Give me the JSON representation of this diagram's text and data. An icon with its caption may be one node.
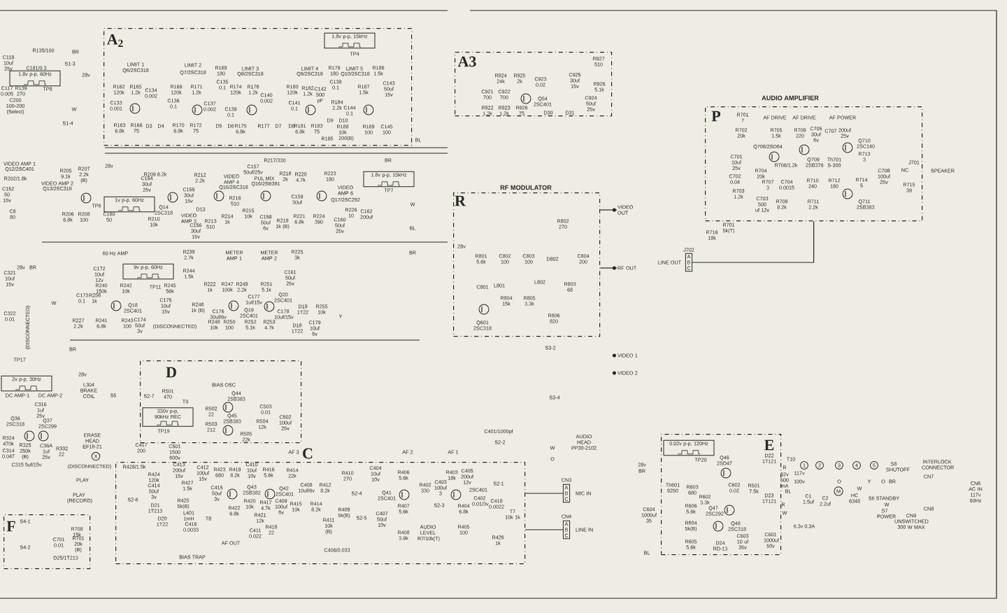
{
  "diagram": {
    "nodes": [
      {
        "text": [
          "A$_{2}$"
        ]
      },
      {
        "text": [
          "A3"
        ]
      },
      {
        "text": [
          "R",
          "RF MODULATOR"
        ]
      },
      {
        "text": [
          "P",
          "AUDIO AMPLIFIER"
        ]
      },
      {
        "text": [
          "D"
        ]
      },
      {
        "text": [
          "C"
        ]
      },
      {
        "text": [
          "E"
        ]
      },
      {
        "text": [
          "F"
        ]
      },
      {
        "text": [
          "1.8v p-p, 15kHz"
        ],
        "in": 0
      },
      {
        "text": [
          "1.8v p-p, 60Hz"
        ]
      },
      {
        "text": [
          "1v p-p, 60Hz"
        ]
      },
      {
        "text": [
          "1.8v p-p, 15kHz"
        ]
      },
      {
        "text": [
          "9v p-p, 60Hz"
        ]
      },
      {
        "text": [
          "2v p-p, 30Hz"
        ]
      },
      {
        "text": [
          "330v p-p, 90kHz REC"
        ],
        "in": 4
      },
      {
        "text": [
          "0.02v p-p, 120Hz"
        ],
        "in": 6
      },
      {
        "text": [
          "VIDEO OUT"
        ]
      },
      {
        "text": [
          "RF OUT"
        ]
      },
      {
        "text": [
          "VIDEO 1"
        ]
      },
      {
        "text": [
          "VIDEO 2"
        ]
      },
      {
        "text": [
          "AUDIO HEAD PP30-2102"
        ]
      },
      {
        "text": [
          "A",
          "B",
          "C"
        ],
        "beside": [
          "CN3",
          "MIC IN"
        ]
      },
      {
        "text": [
          "A",
          "B",
          "C"
        ],
        "beside": [
          "CN4",
          "LINE IN"
        ]
      },
      {
        "text": [
          "A",
          "B",
          "C"
        ],
        "beside": [
          "J702",
          "LINE OUT"
        ]
      },
      {
        "text": [
          "X"
        ]
      },
      {
        "text": [
          "M"
        ]
      },
      {
        "text": [
          "1"
        ]
      },
      {
        "text": [
          "2"
        ]
      },
      {
        "text": [
          "3"
        ]
      },
      {
        "text": [
          "4"
        ]
      },
      {
        "text": [
          "5"
        ]
      }
    ],
    "edges": [
      {
        "from": 2,
        "to": 16,
        "arrow": "none"
      },
      {
        "from": 2,
        "to": 17,
        "arrow": "none"
      },
      {
        "from": 5,
        "to": 21,
        "arrow": "none"
      },
      {
        "from": 5,
        "to": 22,
        "arrow": "none"
      },
      {
        "from": 3,
        "to": 23,
        "arrow": "none"
      }
    ],
    "labels": [
      "R135/100",
      "BR",
      "C118 10uf 25v",
      "C181/0.3",
      "C117 0.005",
      "R139 270",
      "TP8",
      "C200 100-200 (Select)",
      "S1-3",
      "28v",
      "W",
      "S1-4",
      "LIMIT 1",
      "Q6/2SC318",
      "LIMIT 2",
      "Q7/2SC318",
      "LIMIT 3",
      "Q8/2SC318",
      "LIMIT 4",
      "Q9/2SC318",
      "LIMIT 5",
      "Q10/2SC318",
      "TP4",
      "R168 180",
      "C135 0.1",
      "R179 180",
      "C138 0.1",
      "R186 1.5k",
      "C143 50uf 15v",
      "R162 120k",
      "R165 1.2k",
      "C134 0.002",
      "C133 0.001",
      "R169 120k",
      "R171 1.2k",
      "C136 0.1",
      "C137 0.002",
      "R174 120k",
      "R176 1.2k",
      "C140 0.002",
      "C139 0.1",
      "R180 120k",
      "R182 1.2k",
      "C142 500 pF",
      "C141 0.1",
      "R184 2.2k",
      "C144 0.1",
      "R187 1.5k",
      "R163 6.8k",
      "R166 75",
      "D3",
      "D4",
      "R170 6.8k",
      "R172 75",
      "D5",
      "D6",
      "R175 6.8k",
      "R177",
      "D7",
      "D8",
      "R181 6.8k",
      "R183 75",
      "D9",
      "D10",
      "R188 10k",
      "R185",
      "200(B)",
      "R189 100",
      "C145 100",
      "BL",
      "VIDEO AMP 1",
      "Q12/2SC401",
      "R202/1.8k",
      "C152 50 15v",
      "C8 80",
      "R205 9.1k",
      "R207 2.2k (B)",
      "VIDEO AMP 2",
      "Q13/2SC318",
      "28v",
      "R209 8.2k",
      "C154 30uf 25v",
      "TP6",
      "R206 6.8k",
      "R208 100",
      "C180 50",
      "R210 10k",
      "Q14 2SC318",
      "VIDEO AMP 3",
      "C155 30uf 15v",
      "D13",
      "C156 30uf 15v",
      "R213 510",
      "R212 2.2k",
      "VIDEO AMP 4",
      "Q15/2SC318",
      "R214 1k",
      "R216 510",
      "C157 50uf/25v",
      "R217/330",
      "BR",
      "PUL MIX",
      "Q16/2SB381",
      "R215 10k",
      "C158 50uf 6v",
      "R219 1k (B)",
      "R218 2k",
      "R220 4.7k",
      "C159 30uf",
      "R221 6.8k",
      "R224 390",
      "R223 180",
      "VIDEO AMP 6",
      "Q17/2SC292",
      "TP7",
      "R226 10",
      "C162 200uf",
      "C160 50uf 25v",
      "W",
      "BL",
      "28v",
      "BR",
      "C321 10uf 15v",
      "C322 0.01",
      "(DISCONNECTED)",
      "TP17",
      "60 Hz AMP",
      "C172 10uf 12v",
      "R240 150k",
      "R242 10k",
      "TP11",
      "R245 56k",
      "C175 10uf 15v",
      "R239 2.7k",
      "R244 1.5k",
      "W",
      "C173 0.1",
      "R256 1k",
      "Q18 2SC401",
      "R227 2.2k",
      "R241 6.8k",
      "R243 100",
      "C174 50uf 3v",
      "(DISCONNECTED)",
      "METER AMP 1",
      "METER AMP 2",
      "R225 3k",
      "C161 50uf 25v",
      "R222 1k",
      "R247 100k",
      "R249 2.2k",
      "R251 5.1k",
      "C177 1uf/15v",
      "Q20 2SC401",
      "R246 1k (B)",
      "C176 30uf/6v",
      "Q19 2SC401",
      "C178 10uf/15v",
      "D19 1T22",
      "R255 10k",
      "Y",
      "R248 10k",
      "R250 100",
      "R252 5.1k",
      "R253 4.7k",
      "D18 1T22",
      "C179 10uf 6v",
      "BR",
      "BR",
      "28v",
      "BIAS OSC",
      "DC AMP-1",
      "DC AMP-2",
      "L304 BRAKE COIL",
      "S5",
      "S2-7",
      "R501 470",
      "T9",
      "R502 22",
      "Q44 2SB383",
      "R503 212",
      "Q45 2SB383",
      "C503 0.01",
      "R504 12k",
      "C502 100uf 25v",
      "TP19",
      "R505 22k",
      "C316 1uf 25v",
      "Q36 2SC318",
      "Q37 2SC299",
      "R324 470k",
      "C314 0.047",
      "R325 250k (B)",
      "C36A 1uf 25v",
      "R332 22",
      "C315 5uf/15v",
      "ERASE HEAD EF18-21",
      "C417 200",
      "C501 1500 600v",
      "AF 3",
      "(DISCONNECTED)",
      "R428/1.5k",
      "PLAY",
      "PLAY (RECORD)",
      "S2-6",
      "R424 120k",
      "C414 50uf 3v",
      "C413 200uf 15v",
      "R427 1.5k",
      "C412 100uf 15v",
      "R423 680",
      "R419 8.2k",
      "C410 10uf 10v",
      "R416 5.6k",
      "R414 22k",
      "C415 50uf 3v",
      "Q43 2SB382",
      "Q42 2SC401",
      "D21 1T213",
      "R425 5k(B)",
      "L401 1mH",
      "T8",
      "R422 6.8k",
      "R420 10k",
      "R421 12k",
      "R417 4.7k",
      "C409 100uf 6v",
      "R415 10k",
      "C408 10uf/6v",
      "R412 8.2k",
      "R414 8.2k",
      "D20 1T22",
      "C416 0.0033",
      "AF OUT",
      "C411 0.022",
      "R418 22",
      "BIAS TRAP",
      "R411 10k (B)",
      "R409 5k(B)",
      "C406/0.033",
      "AF 2",
      "R410 270",
      "C404 10uf 10v",
      "R406 5.6k",
      "S2-4",
      "Q41 2SC401",
      "S2-5",
      "C407 50uf 10v",
      "R407 5.6k",
      "R408 3.9k",
      "AF 1",
      "R403 18k",
      "C405 200uf 12v",
      "R402 330",
      "C403 100uf 3",
      "S2-3",
      "AUDIO LEVEL R7/10k(T)",
      "R404 6.8k",
      "R405 100",
      "C401/1000pf",
      "S2-2",
      "W",
      "O",
      "S2-1",
      "2SC401",
      "C402 0.01/3v",
      "C418 0.0022",
      "T7 10k 1k",
      "R426 1k",
      "S4-1",
      "S4-2",
      "R708 15k",
      "C701 0.01",
      "R701 20k (B)",
      "D25/1T213",
      "R924 24k",
      "R925 2k",
      "C923 0.02",
      "C925 30uf 15v",
      "R927 510",
      "R926 5.1k",
      "C921 700",
      "C922 700",
      "Q54 2SC401",
      "C924 50uf 25v",
      "R922 1.2k",
      "R923 1.2k",
      "R926 75",
      "D30",
      "D31",
      "R802 270",
      "28v",
      "R801 5.6k",
      "C802 100",
      "C803 100",
      "D802",
      "C804 200",
      "C801",
      "L801",
      "L802",
      "R803 68",
      "R804 15k",
      "R805 3.3k",
      "R806 820",
      "Q601 2SC318",
      "S3-2",
      "S3-4",
      "R701 7",
      "AF DRIVE",
      "AF DRIVE",
      "AF POWER",
      "R702 20k",
      "R705 1.5k",
      "R709 220",
      "C705 30uf 6v",
      "C707",
      "200uf 25v",
      "Q708/2SD64",
      "Q709 2SB376",
      "Th701 S-300",
      "Q710 2SC140",
      "R713 3",
      "C701 10uf 25v",
      "R706/1.2k",
      "R704 20k",
      "C702 0.04",
      "R707 3",
      "C704 0.0015",
      "R710 240",
      "R712 180",
      "R714 5",
      "C708 100uf 25v",
      "R715 39",
      "J701",
      "NC",
      "SPEAKER",
      "R703 1.2k",
      "C703 500 uf 12v",
      "R708 8.2k",
      "R711 2.2k",
      "Q711 2SB383",
      "R716 18k",
      "R701 5k(T)",
      "TP20",
      "Q46 2SD47",
      "28v",
      "BR",
      "D22 1T121",
      "T10",
      "R",
      "Th601 9250",
      "R603 680",
      "R602 3.3k",
      "C602 0.02",
      "R501 7.5k",
      "Q47 2SC292",
      "32v 500 mA",
      "117v",
      "100v",
      "R",
      "D23 1T121",
      "C604 1000uf 35",
      "R606 5.6k",
      "R604 5k(B)",
      "Q48 2SC318",
      "C603 10 uf 35v",
      "C601 1000uf 50v",
      "R605 5.6k",
      "D24 RD-13",
      "BL",
      "W",
      "6.3v 0.3A",
      "BL",
      "C1 1.5uf",
      "C2 2.2uf",
      "O",
      "HC 6348",
      "W",
      "Y",
      "S6 STANDBY",
      "S8 SHUTOFF",
      "O",
      "BR",
      "W",
      "S7 POWER",
      "CN9 UNSWITCHED 300 W MAX",
      "INTERLOCK CONNECTOR",
      "CN7",
      "CN8",
      "CN6 AC IN 117v 60Hz"
    ]
  }
}
